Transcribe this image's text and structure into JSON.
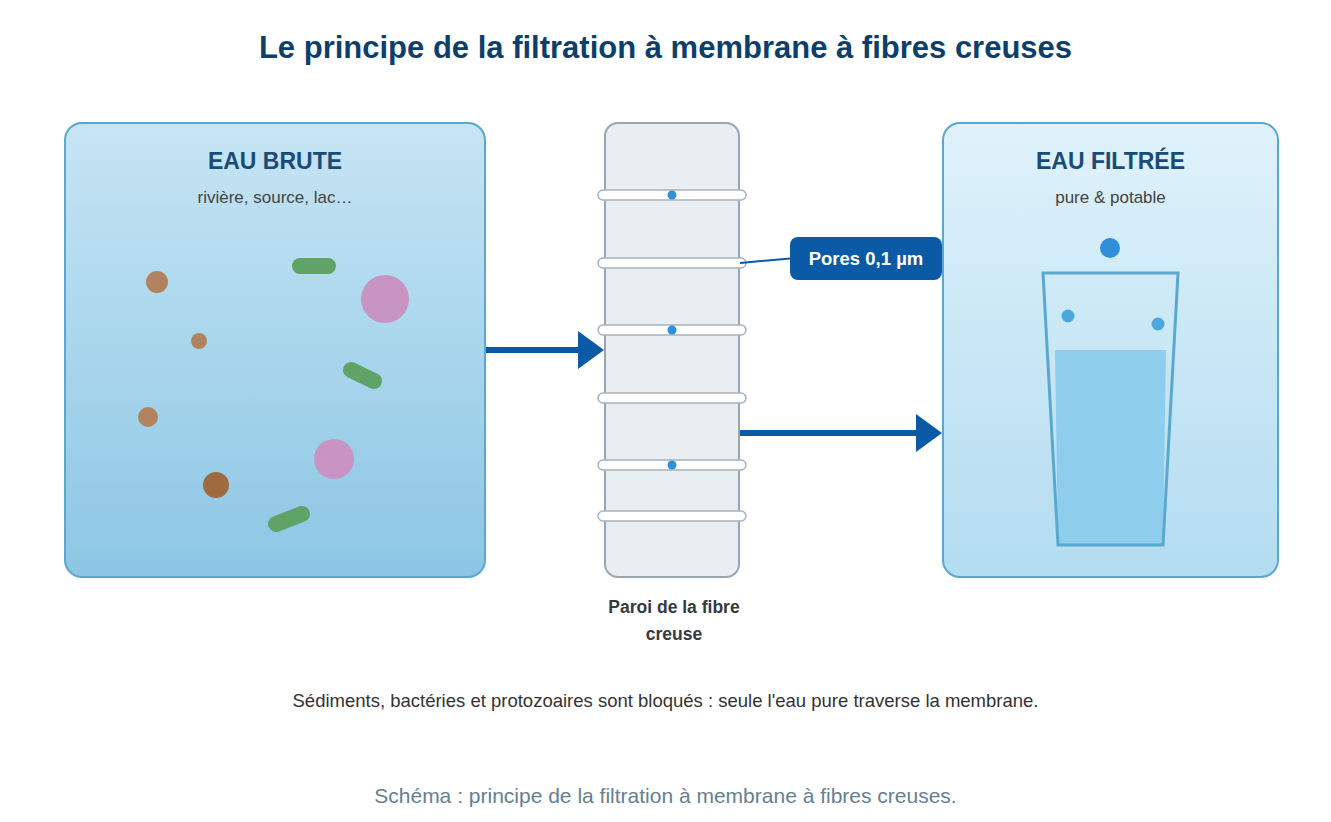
{
  "diagram": {
    "title": "Le principe de la filtration à membrane à fibres creuses",
    "caption": "Schéma : principe de la filtration à membrane à fibres creuses.",
    "nodes": [
      {
        "text": [
          "EAU BRUTE",
          "rivière, source, lac…"
        ]
      },
      {
        "text": [
          "Paroi de la fibre creuse"
        ]
      },
      {
        "text": [
          "Pores 0,1 µm"
        ]
      },
      {
        "text": [
          "EAU FILTRÉE",
          "pure & potable"
        ]
      }
    ],
    "edges": [
      {
        "from": 0,
        "to": 1,
        "arrow": "to"
      },
      {
        "from": 2,
        "to": 1,
        "arrow": "none"
      },
      {
        "from": 1,
        "to": 3,
        "arrow": "to"
      }
    ],
    "labels": [
      "Sédiments, bactéries et protozoaires sont bloqués : seule l'eau pure traverse la membrane."
    ]
  }
}
